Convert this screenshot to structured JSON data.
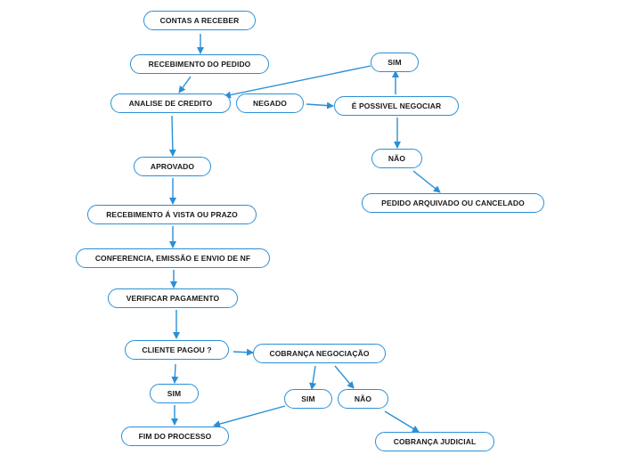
{
  "diagram": {
    "nodes": {
      "contas_a_receber": "CONTAS A RECEBER",
      "recebimento_pedido": "RECEBIMENTO DO PEDIDO",
      "analise_credito": "ANALISE DE CREDITO",
      "negado": "NEGADO",
      "possivel_negociar": "É POSSIVEL NEGOCIAR",
      "sim_negociar": "SIM",
      "nao_negociar": "NÃO",
      "pedido_arquivado": "PEDIDO ARQUIVADO OU CANCELADO",
      "aprovado": "APROVADO",
      "recebimento_vista_prazo": "RECEBIMENTO Á VISTA OU PRAZO",
      "conferencia_nf": "CONFERENCIA, EMISSÃO E ENVIO DE NF",
      "verificar_pagamento": "VERIFICAR PAGAMENTO",
      "cliente_pagou": "CLIENTE PAGOU ?",
      "sim_pagou": "SIM",
      "fim_processo": "FIM DO PROCESSO",
      "cobranca_negociacao": "COBRANÇA NEGOCIAÇÃO",
      "sim_cobranca": "SIM",
      "nao_cobranca": "NÃO",
      "cobranca_judicial": "COBRANÇA JUDICIAL"
    },
    "colors": {
      "node_border": "#2a8fd6",
      "arrow": "#2a8fd6",
      "text": "#1a1a1a",
      "background": "#ffffff"
    }
  }
}
